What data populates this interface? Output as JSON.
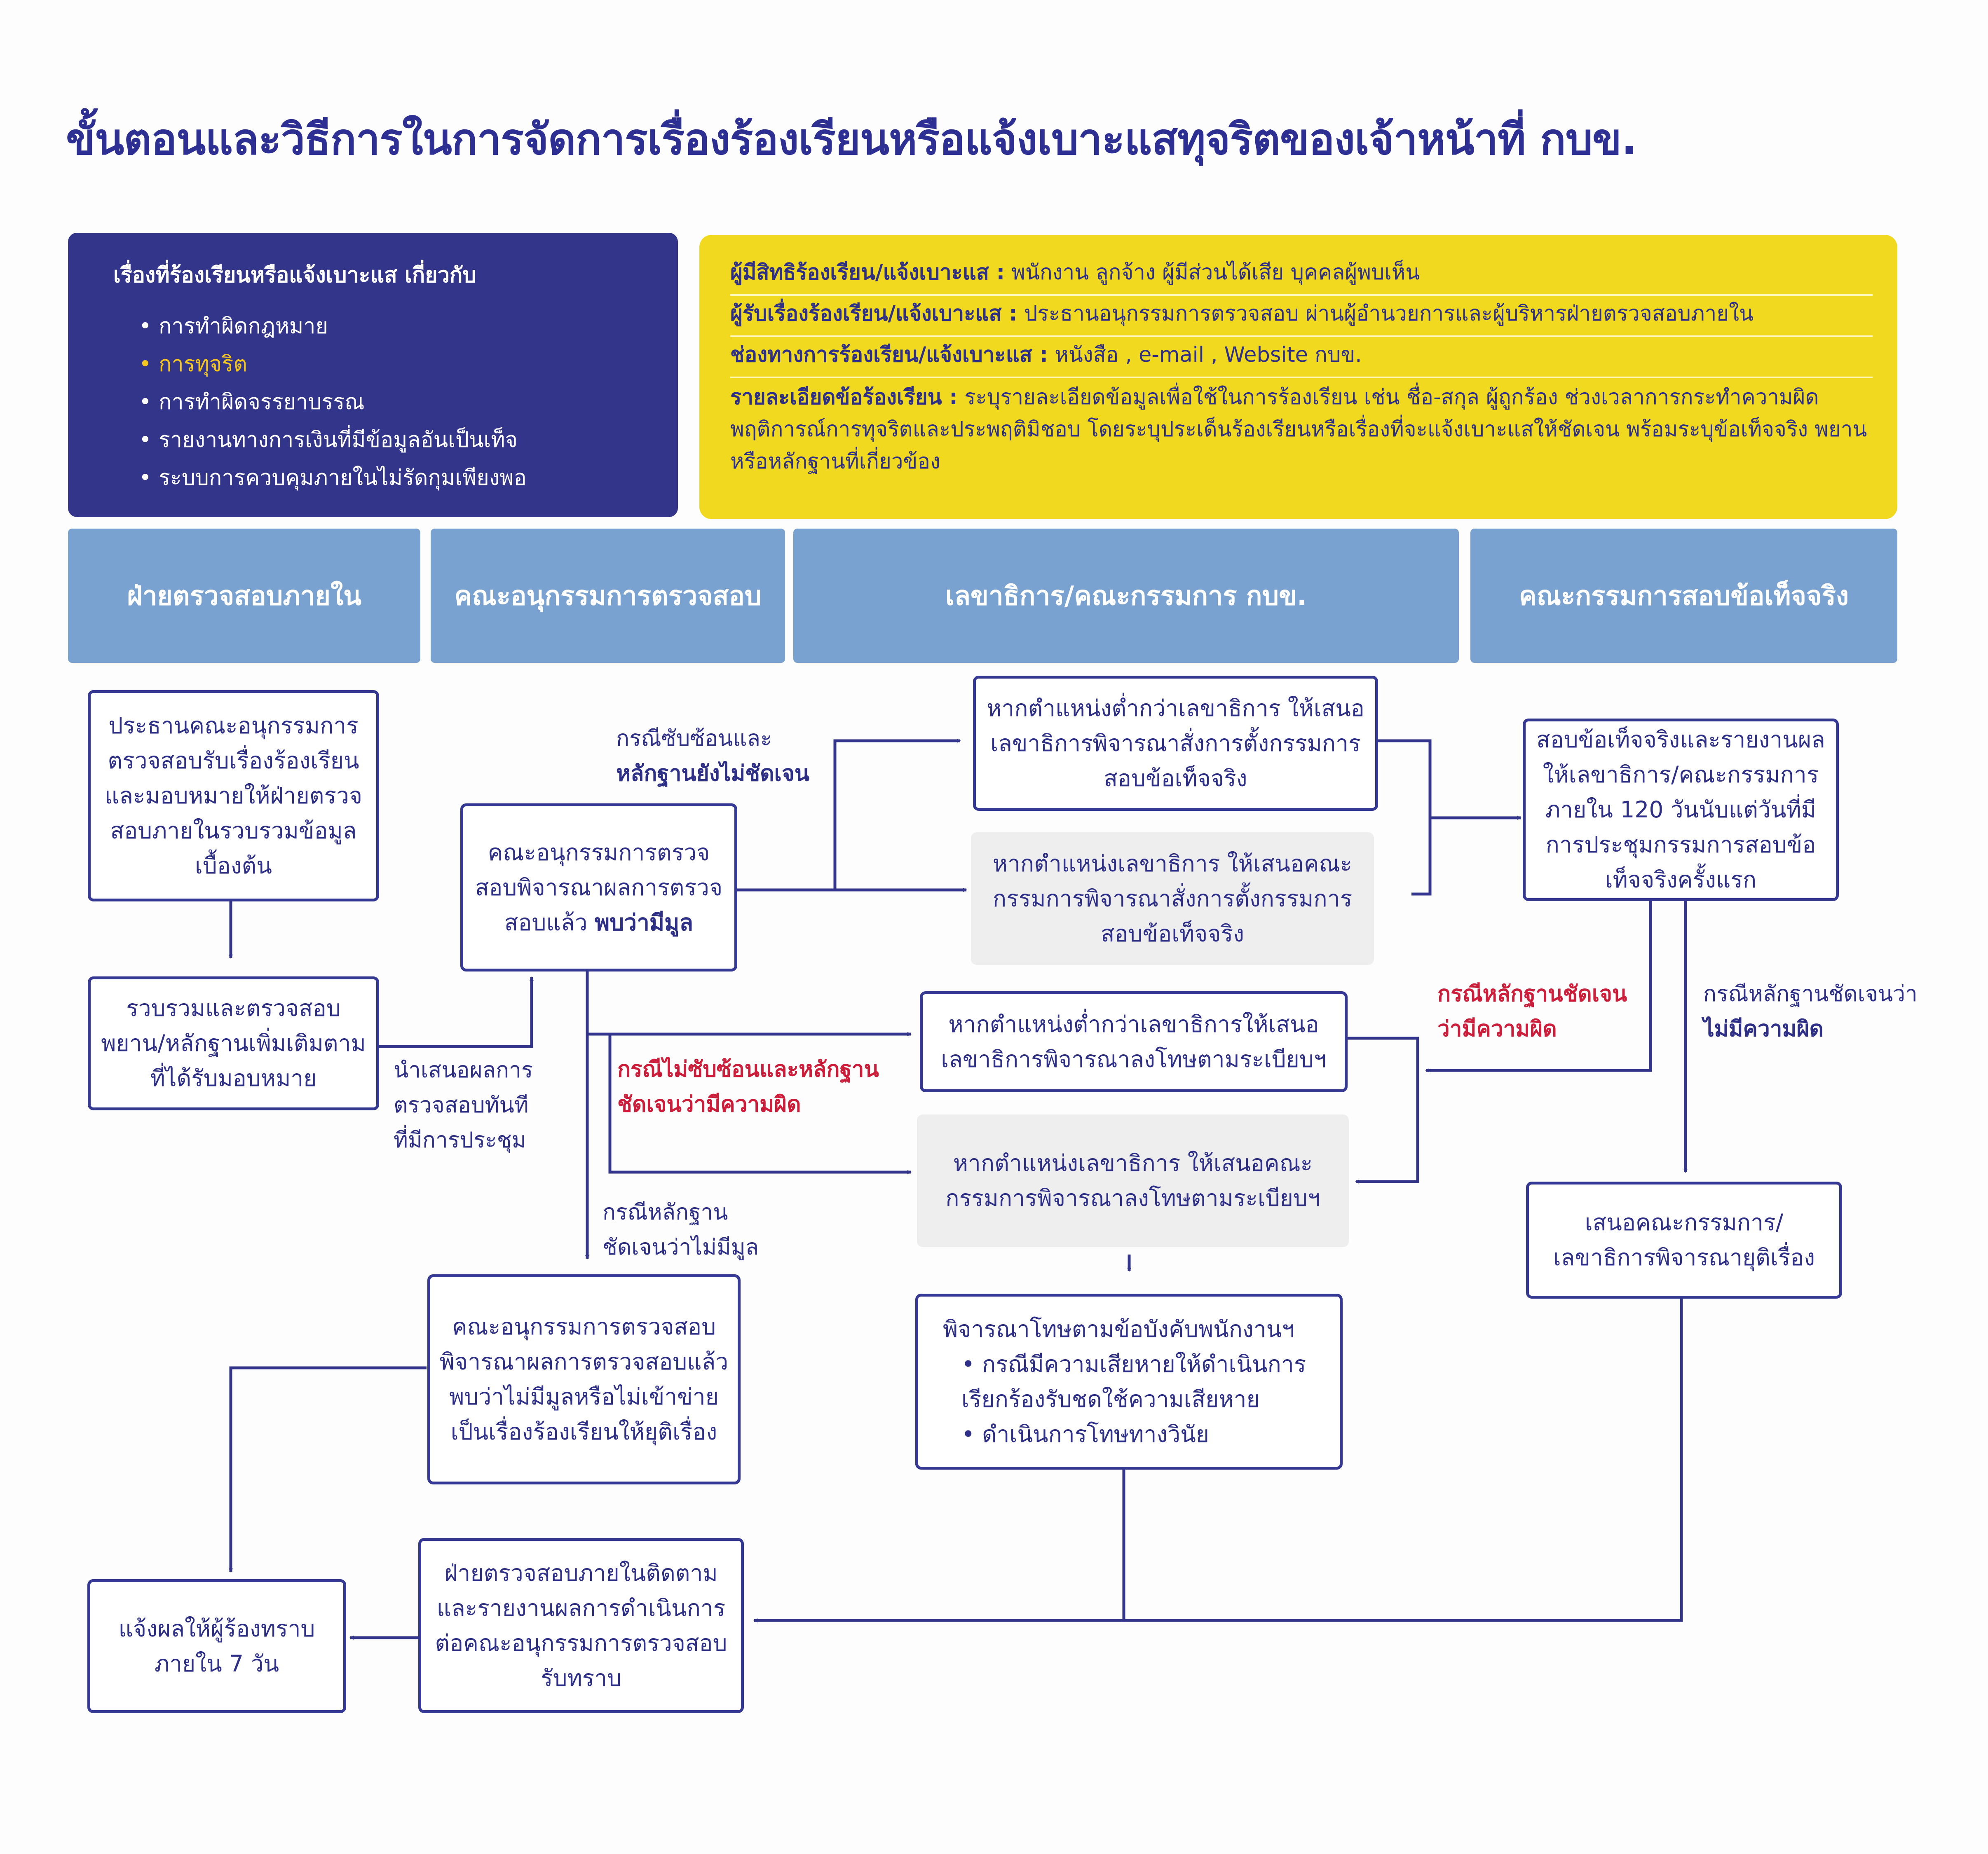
{
  "title": "ขั้นตอนและวิธีการในการจัดการเรื่องร้องเรียนหรือแจ้งเบาะแสทุจริตของเจ้าหน้าที่ กบข.",
  "topics": {
    "heading": "เรื่องที่ร้องเรียนหรือแจ้งเบาะแส เกี่ยวกับ",
    "items": [
      "การทำผิดกฎหมาย",
      "การทุจริต",
      "การทำผิดจรรยาบรรณ",
      "รายงานทางการเงินที่มีข้อมูลอันเป็นเท็จ",
      "ระบบการควบคุมภายในไม่รัดกุมเพียงพอ"
    ]
  },
  "info": {
    "who_label": "ผู้มีสิทธิร้องเรียน/แจ้งเบาะแส :",
    "who_text": " พนักงาน ลูกจ้าง ผู้มีส่วนได้เสีย บุคคลผู้พบเห็น",
    "receiver_label": "ผู้รับเรื่องร้องเรียน/แจ้งเบาะแส :",
    "receiver_text": " ประธานอนุกรรมการตรวจสอบ ผ่านผู้อำนวยการและผู้บริหารฝ่ายตรวจสอบภายใน",
    "channel_label": "ช่องทางการร้องเรียน/แจ้งเบาะแส :",
    "channel_text": " หนังสือ , e-mail , Website กบข.",
    "detail_label": "รายละเอียดข้อร้องเรียน :",
    "detail_text": " ระบุรายละเอียดข้อมูลเพื่อใช้ในการร้องเรียน เช่น ชื่อ-สกุล ผู้ถูกร้อง ช่วงเวลาการกระทำความผิด พฤติการณ์การทุจริตและประพฤติมิชอบ โดยระบุประเด็นร้องเรียนหรือเรื่องที่จะแจ้งเบาะแสให้ชัดเจน พร้อมระบุข้อเท็จจริง พยาน หรือหลักฐานที่เกี่ยวข้อง"
  },
  "columns": [
    "ฝ่ายตรวจสอบภายใน",
    "คณะอนุกรรมการตรวจสอบ",
    "เลขาธิการ/คณะกรรมการ กบข.",
    "คณะกรรมการสอบข้อเท็จจริง"
  ],
  "boxes": {
    "b1": "ประธานคณะอนุกรรมการตรวจสอบรับเรื่องร้องเรียนและมอบหมายให้ฝ่ายตรวจสอบภายในรวบรวมข้อมูลเบื้องต้น",
    "b2": "รวบรวมและตรวจสอบพยาน/หลักฐานเพิ่มเติมตามที่ได้รับมอบหมาย",
    "b3_text": "คณะอนุกรรมการตรวจสอบพิจารณาผลการตรวจสอบแล้ว",
    "b3_bold": "พบว่ามีมูล",
    "b4": "หากตำแหน่งต่ำกว่าเลขาธิการ ให้เสนอเลขาธิการพิจารณาสั่งการตั้งกรรมการสอบข้อเท็จจริง",
    "b5": "หากตำแหน่งเลขาธิการ ให้เสนอคณะกรรมการพิจารณาสั่งการตั้งกรรมการสอบข้อเท็จจริง",
    "b6": "สอบข้อเท็จจริงและรายงานผลให้เลขาธิการ/คณะกรรมการภายใน 120 วันนับแต่วันที่มีการประชุมกรรมการสอบข้อเท็จจริงครั้งแรก",
    "b7": "หากตำแหน่งต่ำกว่าเลขาธิการให้เสนอเลขาธิการพิจารณาลงโทษตามระเบียบฯ",
    "b8": "หากตำแหน่งเลขาธิการ ให้เสนอคณะกรรมการพิจารณาลงโทษตามระเบียบฯ",
    "b9": "คณะอนุกรรมการตรวจสอบพิจารณาผลการตรวจสอบแล้วพบว่าไม่มีมูลหรือไม่เข้าข่ายเป็นเรื่องร้องเรียนให้ยุติเรื่อง",
    "b10_title": "พิจารณาโทษตามข้อบังคับพนักงานฯ",
    "b10_item1": "กรณีมีความเสียหายให้ดำเนินการเรียกร้องรับชดใช้ความเสียหาย",
    "b10_item2": "ดำเนินการโทษทางวินัย",
    "b11": "เสนอคณะกรรมการ/เลขาธิการพิจารณายุติเรื่อง",
    "b12": "แจ้งผลให้ผู้ร้องทราบภายใน 7 วัน",
    "b13": "ฝ่ายตรวจสอบภายในติดตามและรายงานผลการดำเนินการต่อคณะอนุกรรมการตรวจสอบรับทราบ"
  },
  "labels": {
    "complex_a": "กรณีซับซ้อนและ",
    "complex_b": "หลักฐานยังไม่ชัดเจน",
    "present_1": "นำเสนอผลการ",
    "present_2": "ตรวจสอบทันที",
    "present_3": "ที่มีการประชุม",
    "notcomplex_1": "กรณีไม่ซับซ้อนและหลักฐาน",
    "notcomplex_2": "ชัดเจนว่ามีความผิด",
    "nomerit_1": "กรณีหลักฐาน",
    "nomerit_2": "ชัดเจนว่าไม่มีมูล",
    "guilty_1": "กรณีหลักฐานชัดเจน",
    "guilty_2": "ว่ามีความผิด",
    "notguilty_1": "กรณีหลักฐานชัดเจนว่า",
    "notguilty_2": "ไม่มีความผิด"
  },
  "colors": {
    "navy": "#33358a",
    "yellow": "#f1d91f",
    "column_blue": "#7aa2d1",
    "red": "#cc1e3a",
    "gray": "#efeeef"
  }
}
